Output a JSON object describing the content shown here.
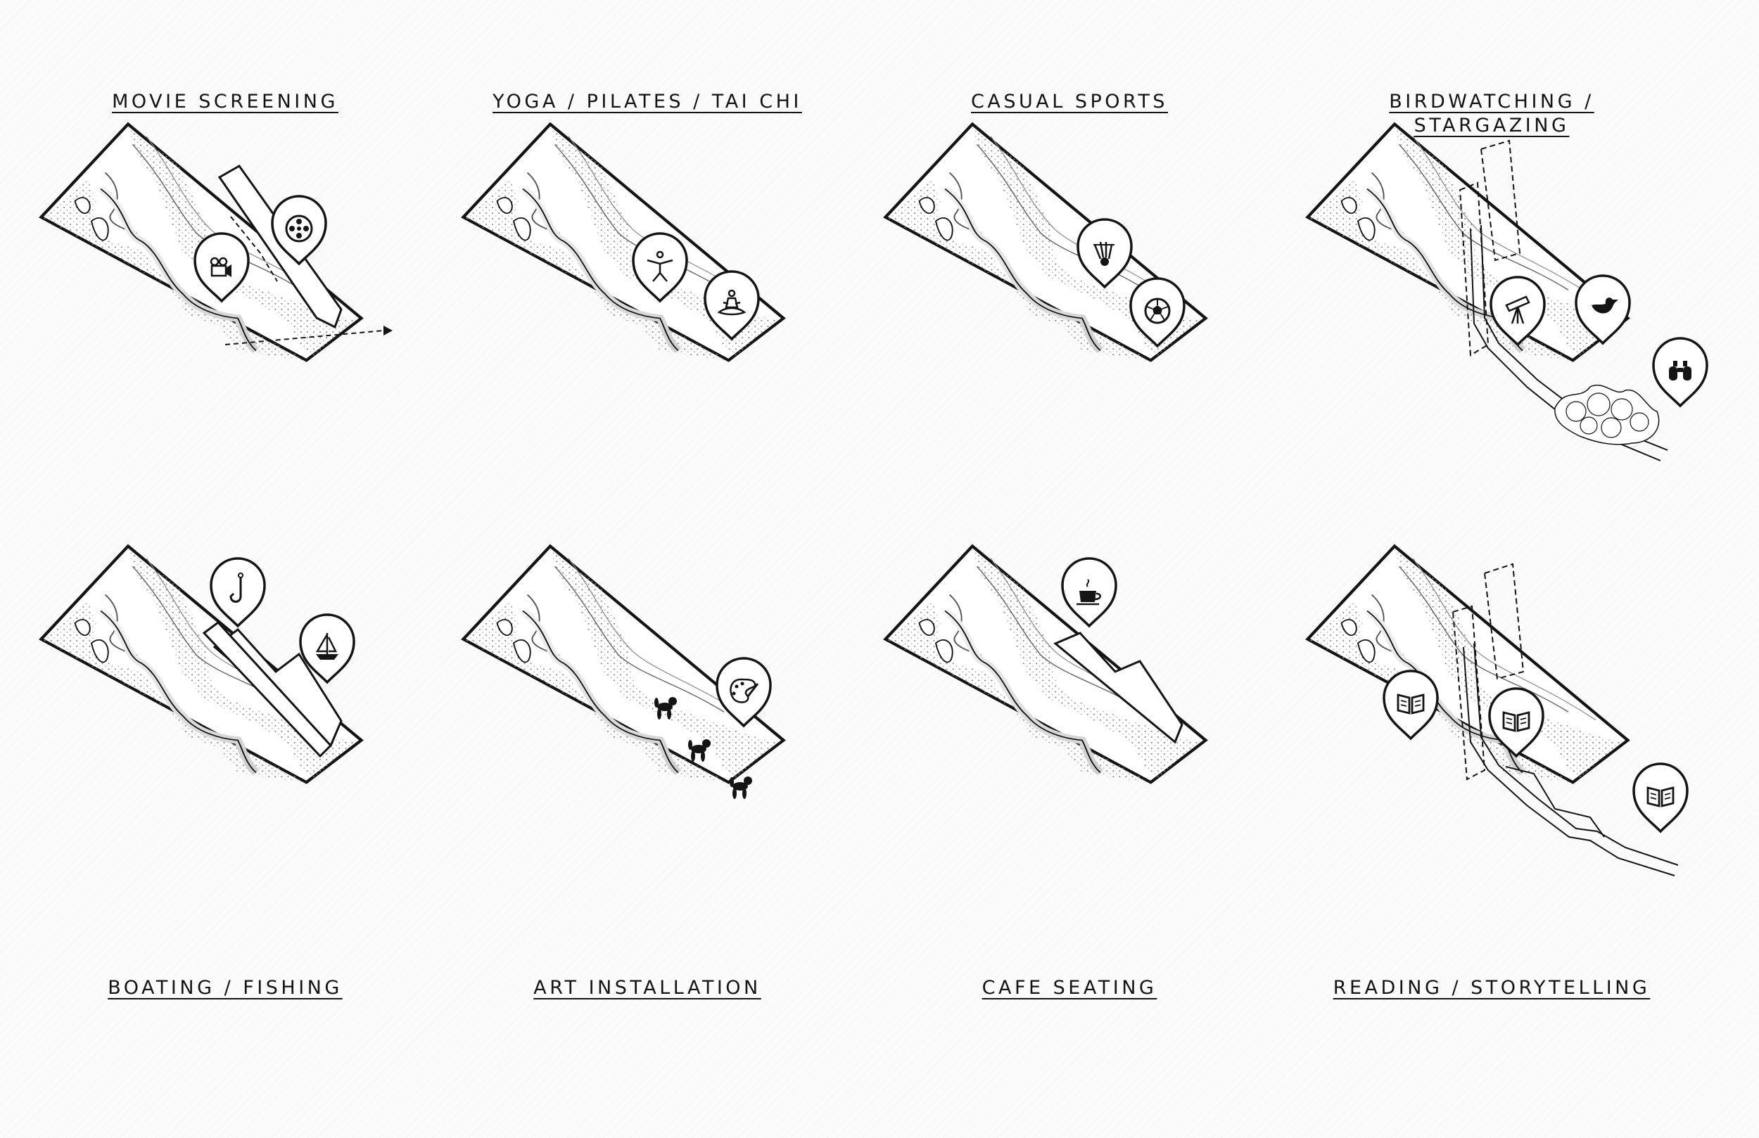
{
  "panels": [
    {
      "label": "MOVIE SCREENING",
      "icons": [
        "movie-camera-icon",
        "film-reel-icon"
      ]
    },
    {
      "label": "YOGA / PILATES / TAI CHI",
      "icons": [
        "yoga-pose-icon",
        "meditation-icon"
      ]
    },
    {
      "label": "CASUAL SPORTS",
      "icons": [
        "badminton-shuttlecock-icon",
        "soccer-ball-icon"
      ]
    },
    {
      "label": "BIRDWATCHING /",
      "label2": "STARGAZING",
      "icons": [
        "telescope-icon",
        "bird-icon",
        "binoculars-icon"
      ]
    },
    {
      "label": "BOATING / FISHING",
      "icons": [
        "fishing-hook-icon",
        "sailboat-icon"
      ]
    },
    {
      "label": "ART INSTALLATION",
      "icons": [
        "palette-icon",
        "balloon-dog-sculpture-icon"
      ]
    },
    {
      "label": "CAFE SEATING",
      "icons": [
        "coffee-cup-icon"
      ]
    },
    {
      "label": "READING / STORYTELLING",
      "icons": [
        "book-icon",
        "book-icon",
        "book-icon"
      ]
    }
  ],
  "colors": {
    "line": "#141414",
    "fill": "#ffffff",
    "stipple": "#9a9a9a",
    "background": "#fbfbfb"
  }
}
